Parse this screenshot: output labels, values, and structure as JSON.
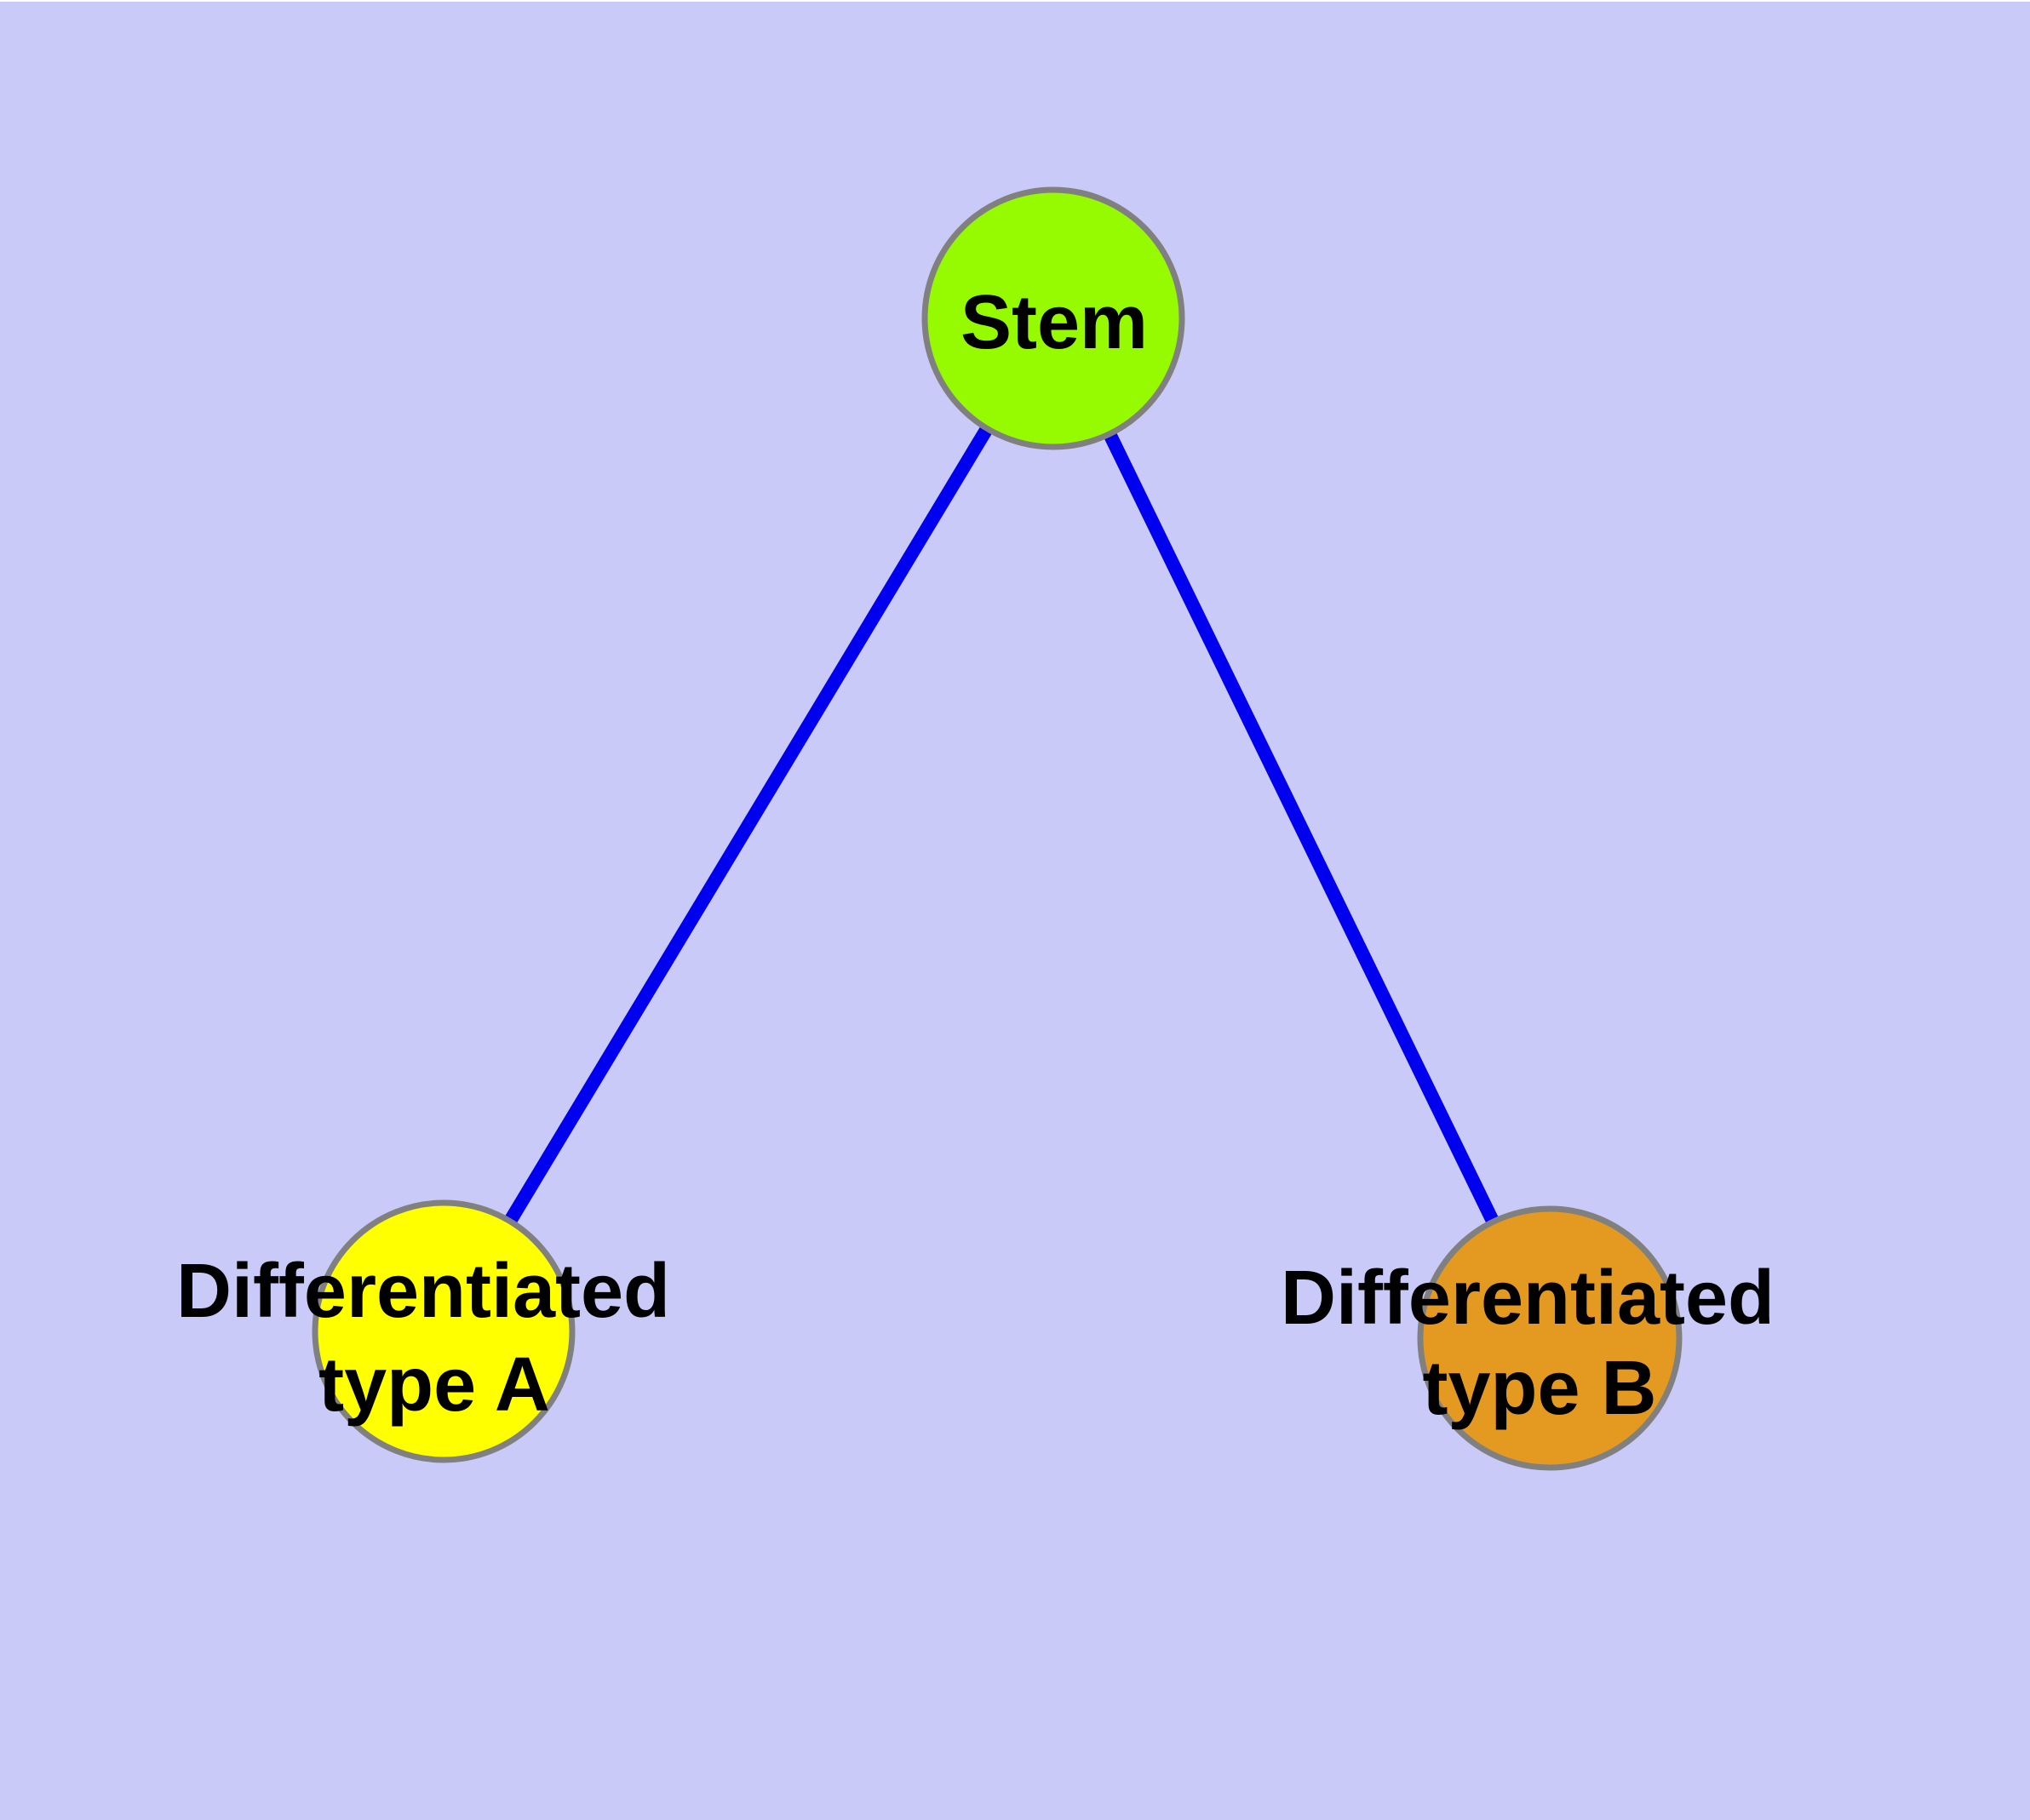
{
  "diagram": {
    "type": "node-link-graph",
    "background_color": "#CACAF8",
    "edge_color": "#0000EE",
    "node_border_color": "#808080",
    "label_color": "#000000",
    "nodes": {
      "stem": {
        "label": "Stem",
        "color": "#96FA00"
      },
      "type_a": {
        "label_line1": "Differentiated",
        "label_line2": "type A",
        "color": "#FFFF00"
      },
      "type_b": {
        "label_line1": "Differentiated",
        "label_line2": "type B",
        "color": "#E49A20"
      }
    },
    "edges": [
      {
        "from": "Stem",
        "to": "Differentiated type A"
      },
      {
        "from": "Stem",
        "to": "Differentiated type B"
      }
    ]
  }
}
